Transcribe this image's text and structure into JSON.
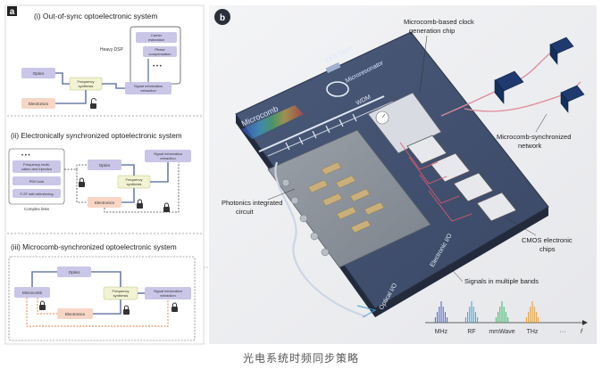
{
  "panel_a": {
    "label": "a",
    "section1": {
      "title": "(i) Out-of-sync optoelectronic system",
      "heavy_dsp": "Heavy DSP",
      "carrier": [
        "Carrier",
        "estimation"
      ],
      "phase": [
        "Phase",
        "compensation"
      ],
      "dots": "• • •",
      "optics": "Optics",
      "frequency": [
        "Frequency",
        "synthesis"
      ],
      "signal": [
        "Signal information",
        "extraction"
      ],
      "electronics": "Electronics"
    },
    "section2": {
      "title": "(ii) Electronically synchronized optoelectronic system",
      "dots": "• • •",
      "freq_mult": [
        "Frequency multi-",
        "cation and injection"
      ],
      "pdh": "PDH lock",
      "f2f": "F-2F self-referencing",
      "complex_links": "Complex links",
      "optics": "Optics",
      "signal": [
        "Signal information",
        "extraction"
      ],
      "frequency": [
        "Frequency",
        "synthesis"
      ],
      "electronics": "Electronics"
    },
    "section3": {
      "title": "(iii) Microcomb-synchronized optoelectronic system",
      "optics": "Optics",
      "microcomb": "Microcomb",
      "frequency": [
        "Frequency",
        "synthesis"
      ],
      "signal": [
        "Signal information",
        "extraction"
      ],
      "electronics": "Electronics"
    }
  },
  "panel_b": {
    "label": "b",
    "chip_labels": {
      "dfb_laser": "DFB Laser",
      "microresonator": "Microresonator",
      "wdm": "WDM",
      "microcomb": "Microcomb",
      "optical_io": "Optical I/O",
      "electronic_io": "Electronic I/O"
    },
    "callouts": {
      "clock_chip": [
        "Microcomb-based clock",
        "generation chip"
      ],
      "network": [
        "Microcomb-synchronized",
        "network"
      ],
      "photonics": [
        "Photonics integrated",
        "circuit"
      ],
      "cmos": [
        "CMOS electronic",
        "chips"
      ],
      "signals": "Signals in multiple bands"
    },
    "spectrum": {
      "bands": [
        "MHz",
        "RF",
        "mmWave",
        "THz",
        "···"
      ],
      "axis_label": "f",
      "band_colors": [
        "#4a5fc8",
        "#3aa0d8",
        "#3ab86a",
        "#e89a2a",
        "#d8342a"
      ]
    }
  },
  "caption": "光电系统时频同步策略"
}
